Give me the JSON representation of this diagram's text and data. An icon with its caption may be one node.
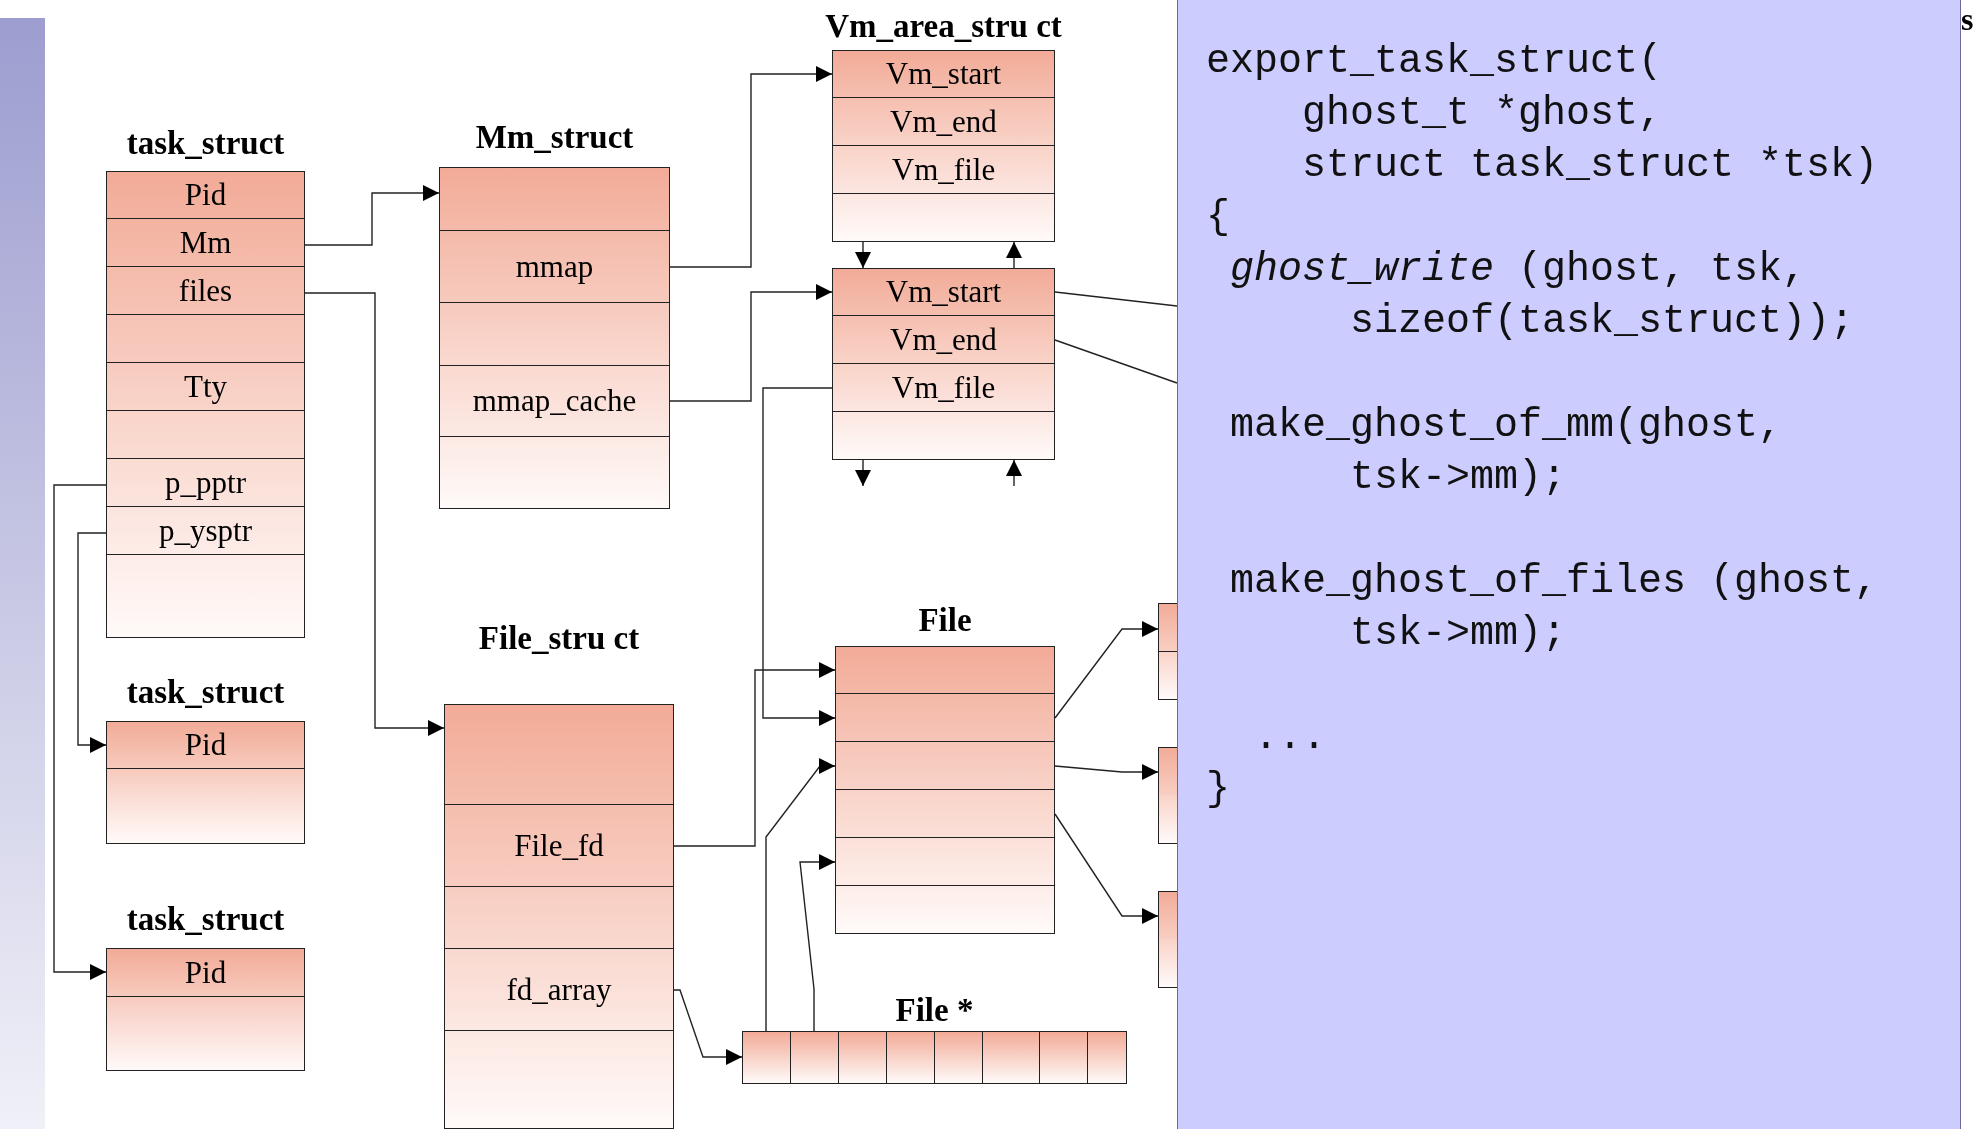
{
  "diagram": {
    "nodes": [
      {
        "text": [
          "task_struct"
        ]
      },
      {
        "text": [
          "Pid"
        ],
        "in": 0
      },
      {
        "text": [
          "Mm"
        ],
        "in": 0
      },
      {
        "text": [
          "files"
        ],
        "in": 0
      },
      {
        "text": [],
        "shape": "box",
        "in": 0
      },
      {
        "text": [
          "Tty"
        ],
        "in": 0
      },
      {
        "text": [],
        "shape": "box",
        "in": 0
      },
      {
        "text": [
          "p_pptr"
        ],
        "in": 0
      },
      {
        "text": [
          "p_ysptr"
        ],
        "in": 0
      },
      {
        "text": [],
        "shape": "box",
        "in": 0
      },
      {
        "text": [
          "Mm_struct"
        ]
      },
      {
        "text": [],
        "shape": "box",
        "in": 10
      },
      {
        "text": [
          "mmap"
        ],
        "in": 10
      },
      {
        "text": [],
        "shape": "box",
        "in": 10
      },
      {
        "text": [
          "mmap_cache"
        ],
        "in": 10
      },
      {
        "text": [],
        "shape": "box",
        "in": 10
      },
      {
        "text": [
          "Vm_area_stru ct"
        ]
      },
      {
        "text": [
          "Vm_start"
        ],
        "in": 16
      },
      {
        "text": [
          "Vm_end"
        ],
        "in": 16
      },
      {
        "text": [
          "Vm_file"
        ],
        "in": 16
      },
      {
        "text": [],
        "shape": "box",
        "in": 16
      },
      {
        "text": [],
        "shape": "box"
      },
      {
        "text": [
          "Vm_start"
        ],
        "in": 21
      },
      {
        "text": [
          "Vm_end"
        ],
        "in": 21
      },
      {
        "text": [
          "Vm_file"
        ],
        "in": 21
      },
      {
        "text": [],
        "shape": "box",
        "in": 21
      },
      {
        "text": [
          "task_struct"
        ]
      },
      {
        "text": [
          "Pid"
        ],
        "in": 26
      },
      {
        "text": [],
        "shape": "box",
        "in": 26
      },
      {
        "text": [
          "task_struct"
        ]
      },
      {
        "text": [
          "Pid"
        ],
        "in": 29
      },
      {
        "text": [],
        "shape": "box",
        "in": 29
      },
      {
        "text": [
          "File_stru ct"
        ]
      },
      {
        "text": [],
        "shape": "box",
        "in": 32
      },
      {
        "text": [
          "File_fd"
        ],
        "in": 32
      },
      {
        "text": [],
        "shape": "box",
        "in": 32
      },
      {
        "text": [
          "fd_array"
        ],
        "in": 32
      },
      {
        "text": [],
        "shape": "box",
        "in": 32
      },
      {
        "text": [
          "File"
        ]
      },
      {
        "text": [],
        "shape": "box",
        "in": 38
      },
      {
        "text": [],
        "shape": "box",
        "in": 38
      },
      {
        "text": [],
        "shape": "box",
        "in": 38
      },
      {
        "text": [],
        "shape": "box",
        "in": 38
      },
      {
        "text": [],
        "shape": "box",
        "in": 38
      },
      {
        "text": [],
        "shape": "box",
        "in": 38
      },
      {
        "text": [
          "File *"
        ]
      },
      {
        "text": [],
        "shape": "box",
        "in": 45
      },
      {
        "text": [],
        "shape": "box",
        "in": 45
      },
      {
        "text": [],
        "shape": "box",
        "in": 45
      },
      {
        "text": [],
        "shape": "box",
        "in": 45
      },
      {
        "text": [],
        "shape": "box",
        "in": 45
      },
      {
        "text": [],
        "shape": "box",
        "in": 45
      },
      {
        "text": [],
        "shape": "box",
        "in": 45
      },
      {
        "text": [],
        "shape": "box",
        "in": 45
      },
      {
        "text": [],
        "shape": "box"
      },
      {
        "text": [],
        "shape": "box"
      },
      {
        "text": [],
        "shape": "box"
      },
      {
        "text": [
          "export_task_struct( ghost_t *ghost, struct task_struct *tsk)",
          "{",
          "*ghost_write* (ghost, tsk, sizeof(task_struct));",
          "make_ghost_of_mm(ghost, tsk->mm);",
          "make_ghost_of_files (ghost, tsk->mm);",
          "...",
          "}"
        ]
      },
      {
        "text": [],
        "shape": "bar"
      }
    ],
    "edges": [
      {
        "from": 2,
        "to": 11,
        "arrow": "to"
      },
      {
        "from": 3,
        "to": 33,
        "arrow": "to"
      },
      {
        "from": 7,
        "to": 30,
        "arrow": "to"
      },
      {
        "from": 8,
        "to": 27,
        "arrow": "to"
      },
      {
        "from": 12,
        "to": 17,
        "arrow": "to"
      },
      {
        "from": 14,
        "to": 22,
        "arrow": "to"
      },
      {
        "from": 20,
        "to": 22,
        "arrow": "to"
      },
      {
        "from": 22,
        "to": 20,
        "arrow": "to"
      },
      {
        "from": 25,
        "to": null,
        "arrow": "to"
      },
      {
        "from": null,
        "to": 25,
        "arrow": "to"
      },
      {
        "from": 24,
        "to": 40,
        "arrow": "to"
      },
      {
        "from": 34,
        "to": 39,
        "arrow": "to"
      },
      {
        "from": 46,
        "to": 41,
        "arrow": "to"
      },
      {
        "from": 47,
        "to": 43,
        "arrow": "to"
      },
      {
        "from": 36,
        "to": 46,
        "arrow": "to"
      },
      {
        "from": 40,
        "to": 54,
        "arrow": "to"
      },
      {
        "from": 41,
        "to": 55,
        "arrow": "to"
      },
      {
        "from": 42,
        "to": 56,
        "arrow": "to"
      },
      {
        "from": 22,
        "to": 57,
        "arrow": "none"
      },
      {
        "from": 23,
        "to": 57,
        "arrow": "none"
      }
    ],
    "labels": [
      "s"
    ]
  }
}
